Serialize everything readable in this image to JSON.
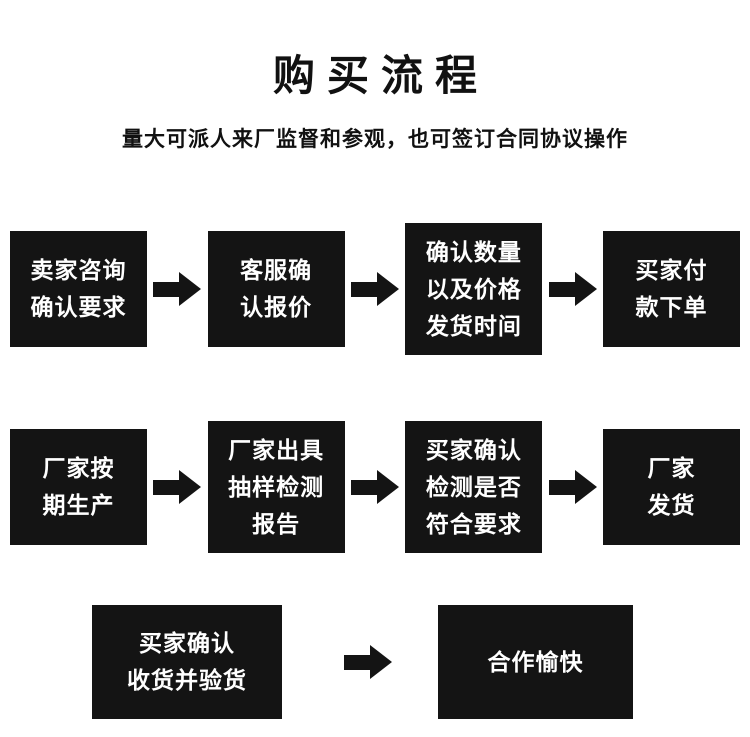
{
  "header": {
    "title": "购买流程",
    "subtitle": "量大可派人来厂监督和参观，也可签订合同协议操作"
  },
  "flow": {
    "rows": [
      {
        "boxes": [
          {
            "name": "seller-inquiry",
            "lines": [
              "卖家咨询",
              "确认要求"
            ]
          },
          {
            "name": "service-quote",
            "lines": [
              "客服确",
              "认报价"
            ]
          },
          {
            "name": "confirm-quantity",
            "lines": [
              "确认数量",
              "以及价格",
              "发货时间"
            ]
          },
          {
            "name": "buyer-payment",
            "lines": [
              "买家付",
              "款下单"
            ]
          }
        ]
      },
      {
        "boxes": [
          {
            "name": "factory-production",
            "lines": [
              "厂家按",
              "期生产"
            ]
          },
          {
            "name": "sampling-report",
            "lines": [
              "厂家出具",
              "抽样检测",
              "报告"
            ]
          },
          {
            "name": "buyer-check",
            "lines": [
              "买家确认",
              "检测是否",
              "符合要求"
            ]
          },
          {
            "name": "factory-ship",
            "lines": [
              "厂家",
              "发货"
            ]
          }
        ]
      },
      {
        "boxes": [
          {
            "name": "receive-inspect",
            "lines": [
              "买家确认",
              "收货并验货"
            ]
          },
          {
            "name": "happy-cooperation",
            "lines": [
              "合作愉快"
            ]
          }
        ]
      }
    ]
  },
  "colors": {
    "background": "#ffffff",
    "box_bg": "#141414",
    "box_text": "#ffffff",
    "arrow": "#141414"
  }
}
